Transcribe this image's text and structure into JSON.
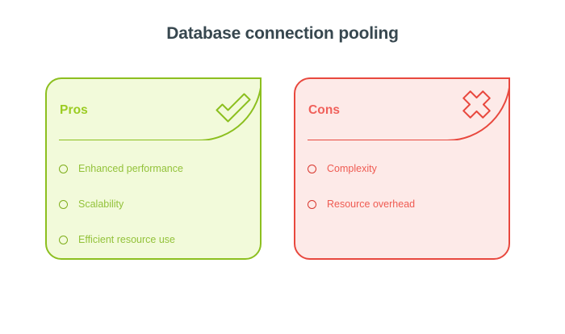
{
  "page": {
    "title": "Database connection pooling",
    "background_color": "#ffffff",
    "title_color": "#37474f"
  },
  "cards": [
    {
      "id": "pros",
      "header": "Pros",
      "corner_icon": "check-icon",
      "accent_color": "#8cbf1f",
      "fill_color": "#f2fada",
      "header_color": "#9bcc22",
      "text_color": "#93c23a",
      "items": [
        "Enhanced performance",
        "Scalability",
        "Efficient resource use"
      ]
    },
    {
      "id": "cons",
      "header": "Cons",
      "corner_icon": "cross-icon",
      "accent_color": "#e8483e",
      "fill_color": "#fdeae8",
      "header_color": "#f0605a",
      "text_color": "#ef5b52",
      "items": [
        "Complexity",
        "Resource overhead"
      ]
    }
  ]
}
